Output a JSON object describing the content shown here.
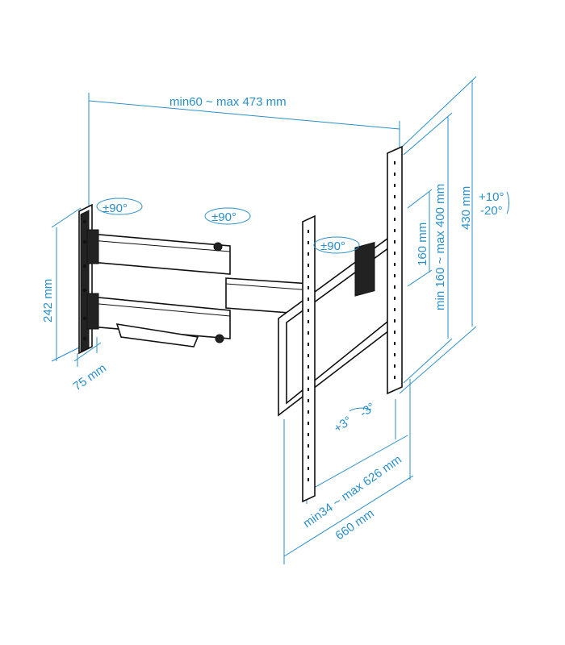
{
  "dimensions": {
    "mount_reach": "min60 ~ max 473 mm",
    "wall_plate_height": "242 mm",
    "wall_plate_width": "75 mm",
    "tv_plate_height": "430 mm",
    "vesa_vertical_range": "min 160 ~ max 400 mm",
    "vesa_vertical_min": "160 mm",
    "vesa_horizontal_range": "min34 ~ max 626 mm",
    "tv_plate_width": "660 mm"
  },
  "rotations": {
    "wall_swivel": "±90°",
    "arm_swivel": "±90°",
    "head_swivel": "±90°",
    "tilt_up": "+10°",
    "tilt_down": "-20°",
    "rotate_left": "+3°",
    "rotate_right": "-3°"
  },
  "colors": {
    "annotation": "#2a8fc9",
    "outline": "#111111"
  }
}
